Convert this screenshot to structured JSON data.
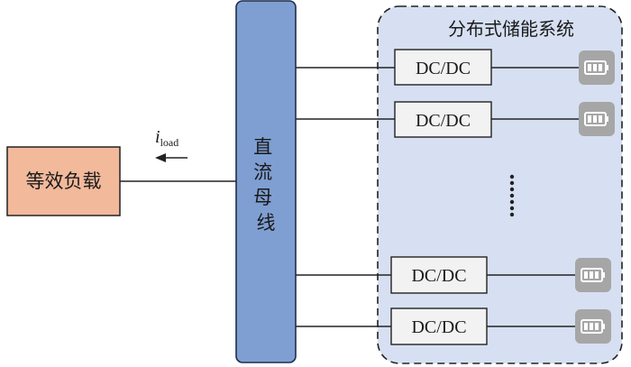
{
  "diagram": {
    "storage_system_label": "分布式储能系统",
    "bus_label": "直流母线",
    "load_label": "等效负载",
    "current_label": {
      "symbol": "i",
      "subscript": "load"
    },
    "converters": [
      {
        "label": "DC/DC"
      },
      {
        "label": "DC/DC"
      },
      {
        "label": "DC/DC"
      },
      {
        "label": "DC/DC"
      }
    ],
    "battery_icon": "battery-icon",
    "ellipsis_icon": "vertical-dots-icon",
    "colors": {
      "bus_fill": "#7f9fd2",
      "bus_stroke": "#1f2d4d",
      "load_fill": "#f2b99b",
      "storage_panel_fill": "#d6e0f2",
      "converter_fill": "#f2f2f2",
      "battery_bg": "#a6a6a6"
    }
  }
}
